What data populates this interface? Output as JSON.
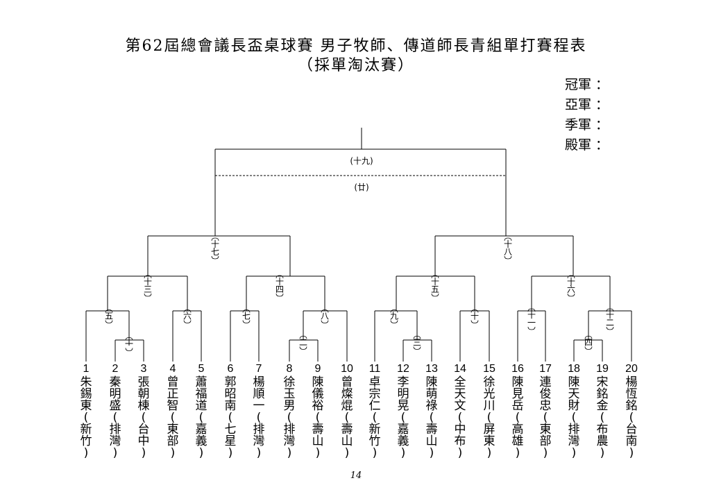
{
  "title": {
    "line1": "第62屆總會議長盃桌球賽 男子牧師、傳道師長青組單打賽程表",
    "line2": "（採單淘汰賽）"
  },
  "awards": [
    {
      "label": "冠軍",
      "value": ""
    },
    {
      "label": "亞軍",
      "value": ""
    },
    {
      "label": "季軍",
      "value": ""
    },
    {
      "label": "殿軍",
      "value": ""
    }
  ],
  "players": [
    {
      "no": "1",
      "name": "朱錫東",
      "team": "新竹"
    },
    {
      "no": "2",
      "name": "秦明盛",
      "team": "排灣"
    },
    {
      "no": "3",
      "name": "張朝棟",
      "team": "台中"
    },
    {
      "no": "4",
      "name": "曾正智",
      "team": "東部"
    },
    {
      "no": "5",
      "name": "蕭福道",
      "team": "嘉義"
    },
    {
      "no": "6",
      "name": "郭昭南",
      "team": "七星"
    },
    {
      "no": "7",
      "name": "楊順一",
      "team": "排灣"
    },
    {
      "no": "8",
      "name": "徐玉男",
      "team": "排灣"
    },
    {
      "no": "9",
      "name": "陳儀裕",
      "team": "壽山"
    },
    {
      "no": "10",
      "name": "曾燦焜",
      "team": "壽山"
    },
    {
      "no": "11",
      "name": "卓宗仁",
      "team": "新竹"
    },
    {
      "no": "12",
      "name": "李明晃",
      "team": "嘉義"
    },
    {
      "no": "13",
      "name": "陳萌祿",
      "team": "壽山"
    },
    {
      "no": "14",
      "name": "全天文",
      "team": "中布"
    },
    {
      "no": "15",
      "name": "徐光川",
      "team": "屏東"
    },
    {
      "no": "16",
      "name": "陳見岳",
      "team": "高雄"
    },
    {
      "no": "17",
      "name": "連俊忠",
      "team": "東部"
    },
    {
      "no": "18",
      "name": "陳天財",
      "team": "排灣"
    },
    {
      "no": "19",
      "name": "宋銘金",
      "team": "布農"
    },
    {
      "no": "20",
      "name": "楊恆銘",
      "team": "台南"
    }
  ],
  "matches": [
    {
      "id": "1",
      "label": "一"
    },
    {
      "id": "2",
      "label": "二"
    },
    {
      "id": "3",
      "label": "三"
    },
    {
      "id": "4",
      "label": "四"
    },
    {
      "id": "5",
      "label": "五"
    },
    {
      "id": "6",
      "label": "六"
    },
    {
      "id": "7",
      "label": "七"
    },
    {
      "id": "8",
      "label": "八"
    },
    {
      "id": "9",
      "label": "九"
    },
    {
      "id": "10",
      "label": "十"
    },
    {
      "id": "11",
      "label": "十一"
    },
    {
      "id": "12",
      "label": "十二"
    },
    {
      "id": "13",
      "label": "十三"
    },
    {
      "id": "14",
      "label": "十四"
    },
    {
      "id": "15",
      "label": "十五"
    },
    {
      "id": "16",
      "label": "十六"
    },
    {
      "id": "17",
      "label": "十七"
    },
    {
      "id": "18",
      "label": "十八"
    },
    {
      "id": "19",
      "label": "(十九)"
    },
    {
      "id": "20",
      "label": "(廿)"
    }
  ],
  "page_number": "14"
}
